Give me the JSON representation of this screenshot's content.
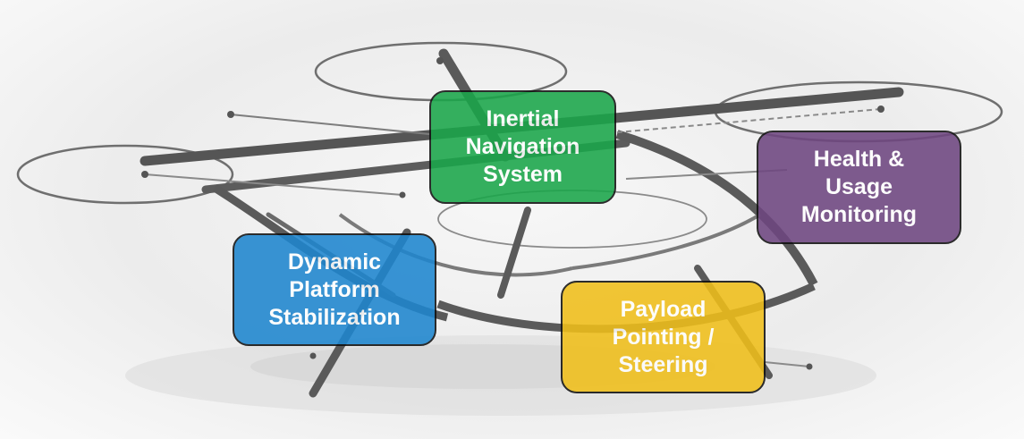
{
  "callouts": {
    "inertial_navigation": {
      "lines": [
        "Inertial",
        "Navigation",
        "System"
      ],
      "color": "#1aa64a"
    },
    "health_usage": {
      "lines": [
        "Health &",
        "Usage",
        "Monitoring"
      ],
      "color": "#6e4680"
    },
    "dynamic_platform": {
      "lines": [
        "Dynamic",
        "Platform",
        "Stabilization"
      ],
      "color": "#1e86cf"
    },
    "payload_pointing": {
      "lines": [
        "Payload",
        "Pointing /",
        "Steering"
      ],
      "color": "#f0bf1a"
    }
  },
  "colors": {
    "frame": "#5a5a5a",
    "rotor_ring": "#7a7a7a",
    "shadow": "#d6d6d6"
  }
}
